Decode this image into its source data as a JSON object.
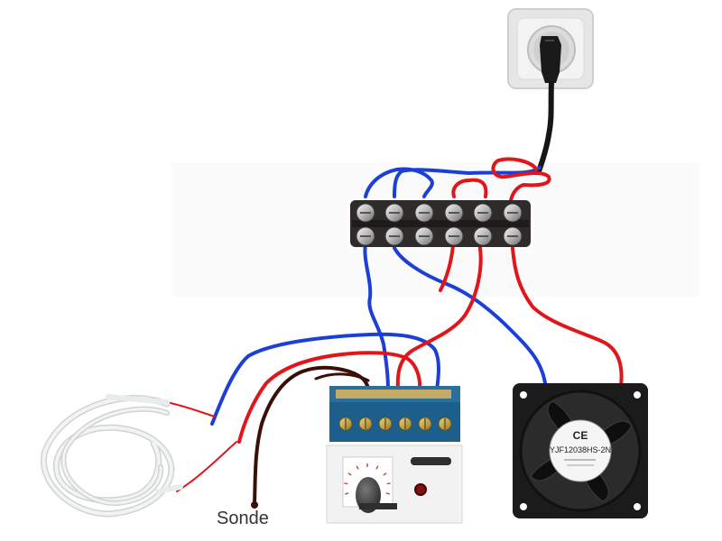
{
  "diagram": {
    "probe_label": "Sonde",
    "fan_label": "YJF12038HS-2N",
    "fan_ce_mark": "CE"
  },
  "colors": {
    "wire_blue": "#1c3fd6",
    "wire_red": "#e0161b",
    "wire_black": "#161616",
    "probe_wire": "#3a0f08",
    "probe_cable": "#f2f4f4",
    "terminal_block": "#2f2b2a",
    "thermostat_terminal": "#1c5e8c",
    "fan_frame": "#1b1b1b"
  }
}
